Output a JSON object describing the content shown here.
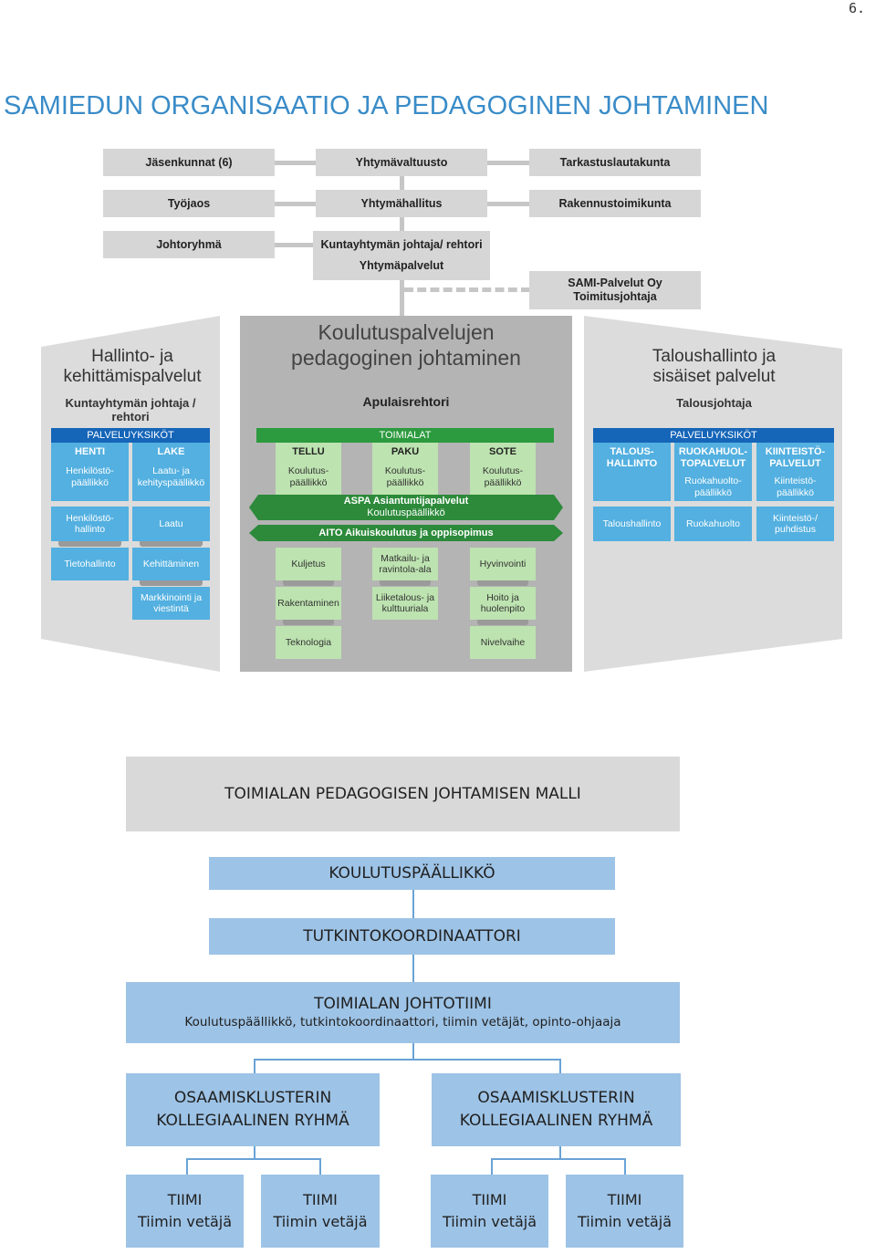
{
  "page_number": "6.",
  "title": "SAMIEDUN ORGANISAATIO JA PEDAGOGINEN JOHTAMINEN",
  "governance": {
    "jasenkunnat": "Jäsenkunnat (6)",
    "yhtymavaltuusto": "Yhtymävaltuusto",
    "tarkastus": "Tarkastuslautakunta",
    "tyojaos": "Työjaos",
    "yhtymahallitus": "Yhtymähallitus",
    "rakennus": "Rakennustoimikunta",
    "johtoryhma": "Johtoryhmä",
    "johtaja": "Kuntayhtymän johtaja/ rehtori",
    "yhtymapalvelut": "Yhtymäpalvelut",
    "sami_line1": "SAMI-Palvelut Oy",
    "sami_line2": "Toimitusjohtaja"
  },
  "left_panel": {
    "title_line1": "Hallinto- ja",
    "title_line2": "kehittämispalvelut",
    "sub_line1": "Kuntayhtymän johtaja /",
    "sub_line2": "rehtori",
    "ribbon": "PALVELUYKSIKÖT",
    "henti": "HENTI",
    "henti_role1": "Henkilöstö-",
    "henti_role2": "päällikkö",
    "lake": "LAKE",
    "lake_role1": "Laatu- ja",
    "lake_role2": "kehityspäällikkö",
    "hallinto1": "Henkilöstö-",
    "hallinto2": "hallinto",
    "laatu": "Laatu",
    "tietohallinto": "Tietohallinto",
    "kehittaminen": "Kehittäminen",
    "markkinointi1": "Markkinointi ja",
    "markkinointi2": "viestintä"
  },
  "center_panel": {
    "title_line1": "Koulutuspalvelujen",
    "title_line2": "pedagoginen johtaminen",
    "sub": "Apulaisrehtori",
    "ribbon": "TOIMIALAT",
    "tellu": "TELLU",
    "paku": "PAKU",
    "sote": "SOTE",
    "role1": "Koulutus-",
    "role2": "päällikkö",
    "aspa1": "ASPA Asiantuntijapalvelut",
    "aspa2": "Koulutuspäällikkö",
    "aito": "AITO Aikuiskoulutus ja oppisopimus",
    "kuljetus": "Kuljetus",
    "matkailu1": "Matkailu- ja",
    "matkailu2": "ravintola-ala",
    "hyvinvointi": "Hyvinvointi",
    "rakentaminen": "Rakentaminen",
    "liiketalous1": "Liiketalous- ja",
    "liiketalous2": "kulttuuriala",
    "hoito1": "Hoito ja",
    "hoito2": "huolenpito",
    "teknologia": "Teknologia",
    "nivelvaihe": "Nivelvaihe"
  },
  "right_panel": {
    "title_line1": "Taloushallinto ja",
    "title_line2": "sisäiset palvelut",
    "sub": "Talousjohtaja",
    "ribbon": "PALVELUYKSIKÖT",
    "talous_h1": "TALOUS-",
    "talous_h2": "HALLINTO",
    "ruoka_h1": "RUOKAHUOL-",
    "ruoka_h2": "TOPALVELUT",
    "ruoka_role1": "Ruokahuolto-",
    "ruoka_role2": "päällikkö",
    "kiint_h1": "KIINTEISTÖ-",
    "kiint_h2": "PALVELUT",
    "kiint_role1": "Kiinteistö-",
    "kiint_role2": "päällikkö",
    "taloushallinto": "Taloushallinto",
    "ruokahuolto": "Ruokahuolto",
    "kiint_puh1": "Kiinteistö-/",
    "kiint_puh2": "puhdistus"
  },
  "model": {
    "header": "TOIMIALAN PEDAGOGISEN JOHTAMISEN MALLI",
    "koulutuspaallikko": "KOULUTUSPÄÄLLIKKÖ",
    "tutkintokoordinaattori": "TUTKINTOKOORDINAATTORI",
    "johtotiimi": "TOIMIALAN JOHTOTIIMI",
    "johtotiimi_members": "Koulutuspäällikkö, tutkintokoordinaattori, tiimin vetäjät, opinto-ohjaaja",
    "klusteri_line1": "OSAAMISKLUSTERIN",
    "klusteri_line2": "KOLLEGIAALINEN RYHMÄ",
    "tiimi": "TIIMI",
    "tiimin_vetaja": "Tiimin vetäjä"
  }
}
